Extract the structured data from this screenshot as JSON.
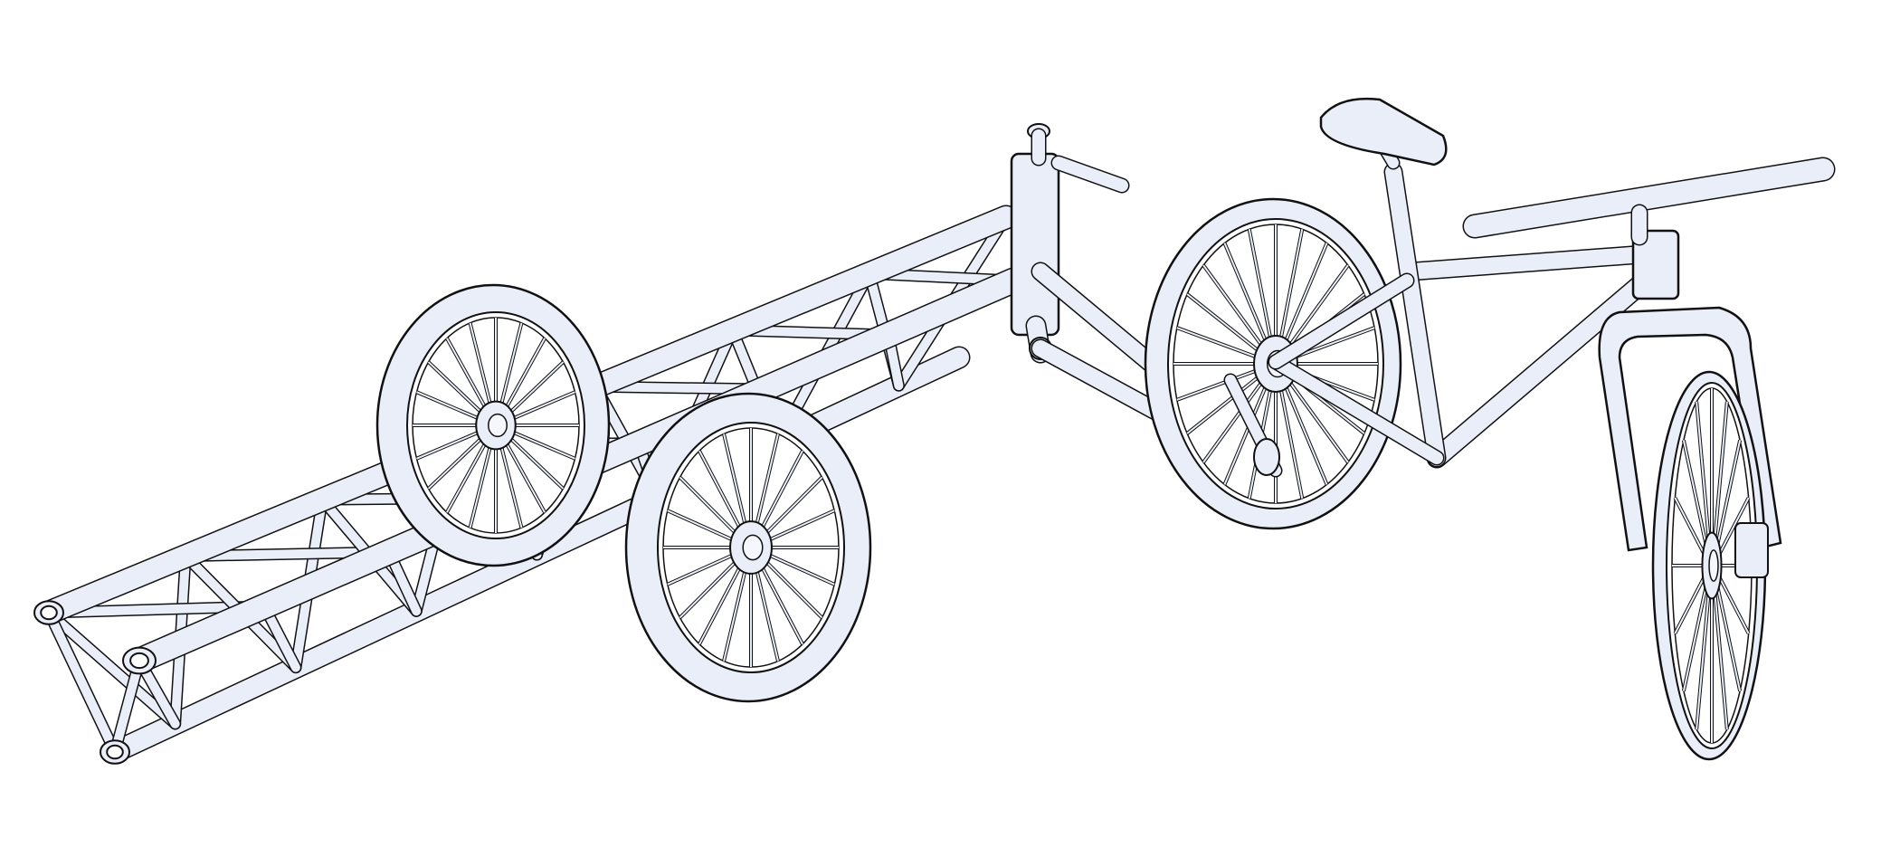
{
  "colors": {
    "background": "#ffffff",
    "part_fill": "#e9eef9",
    "outline": "#111111"
  },
  "wheels": {
    "trailer_rear_spokes": 20,
    "trailer_front_spokes": 20,
    "bike_rear_spokes": 24,
    "bike_front_spokes": 16
  }
}
